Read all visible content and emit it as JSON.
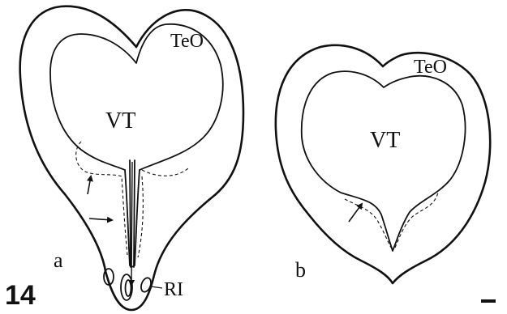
{
  "figure": {
    "number": "14",
    "panel_a": {
      "letter": "a",
      "label_teo": "TeO",
      "label_vt": "VT",
      "label_ri": "RI"
    },
    "panel_b": {
      "letter": "b",
      "label_teo": "TeO",
      "label_vt": "VT"
    }
  }
}
